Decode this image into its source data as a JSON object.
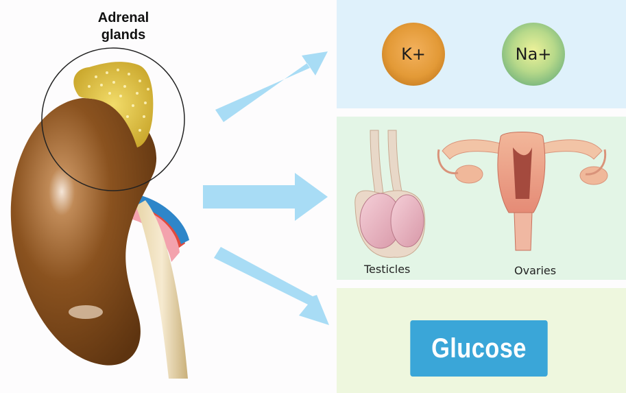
{
  "adrenal": {
    "line1": "Adrenal",
    "line2": "glands"
  },
  "ions": {
    "k": "K+",
    "na": "Na+"
  },
  "organs": {
    "testicles": "Testicles",
    "ovaries": "Ovaries"
  },
  "glucose": {
    "label": "Glucose",
    "color": "#3aa6d8"
  },
  "colors": {
    "panel_top": "#dff1fb",
    "panel_mid": "#e3f5e6",
    "panel_bot": "#eef7de",
    "arrow": "#a8dcf5",
    "kidney": "#8a521f",
    "adrenal_gland": "#e3c84a"
  }
}
